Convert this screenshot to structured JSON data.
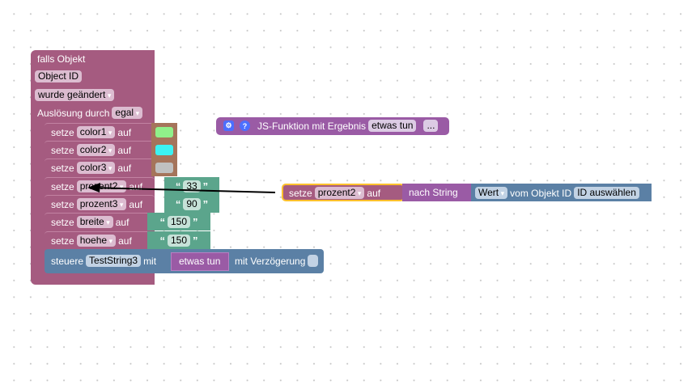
{
  "event_block": {
    "title": "falls Objekt",
    "object_id_label": "Object ID",
    "trigger": "wurde geändert",
    "trigger_by_label": "Auslösung durch",
    "trigger_by_value": "egal"
  },
  "statements": [
    {
      "verb": "setze",
      "var": "color1",
      "to": "auf",
      "value_type": "color",
      "value": "#90f08a"
    },
    {
      "verb": "setze",
      "var": "color2",
      "to": "auf",
      "value_type": "color",
      "value": "#3cf2f2"
    },
    {
      "verb": "setze",
      "var": "color3",
      "to": "auf",
      "value_type": "color",
      "value": "#c0c0c0"
    },
    {
      "verb": "setze",
      "var": "prozent2",
      "to": "auf",
      "value_type": "text",
      "value": "33"
    },
    {
      "verb": "setze",
      "var": "prozent3",
      "to": "auf",
      "value_type": "text",
      "value": "90"
    },
    {
      "verb": "setze",
      "var": "breite",
      "to": "auf",
      "value_type": "text",
      "value": "150"
    },
    {
      "verb": "setze",
      "var": "hoehe",
      "to": "auf",
      "value_type": "text",
      "value": "150"
    }
  ],
  "control_block": {
    "verb": "steuere",
    "target": "TestString3",
    "with_label": "mit",
    "value": "etwas tun",
    "delay_label": "mit Verzögerung"
  },
  "quote_open": "“",
  "quote_close": "”",
  "js_function_block": {
    "gear_icon": "⚙",
    "help_icon": "?",
    "label": "JS-Funktion mit Ergebnis",
    "name": "etwas tun",
    "more": "..."
  },
  "floating_set_block": {
    "verb": "setze",
    "var": "prozent2",
    "to": "auf",
    "convert_label": "nach String",
    "value_field": "Wert",
    "from_label": "vom Objekt ID",
    "id_button": "ID auswählen"
  }
}
